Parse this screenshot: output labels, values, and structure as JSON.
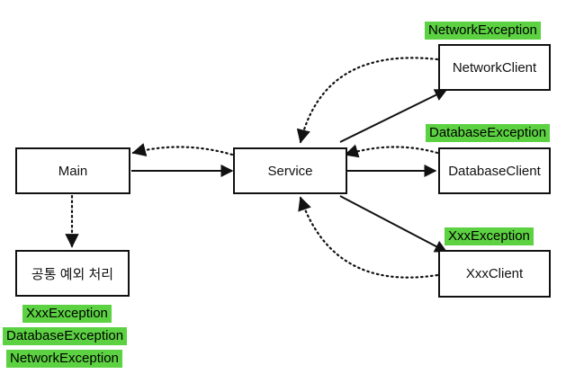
{
  "nodes": {
    "main": "Main",
    "service": "Service",
    "network_client": "NetworkClient",
    "database_client": "DatabaseClient",
    "xxx_client": "XxxClient",
    "common_handler": "공통 예외 처리"
  },
  "exceptions": {
    "network": "NetworkException",
    "database": "DatabaseException",
    "xxx": "XxxException",
    "common_list": [
      "XxxException",
      "DatabaseException",
      "NetworkException"
    ]
  },
  "colors": {
    "exception_highlight": "#5cd142",
    "stroke": "#111111"
  }
}
